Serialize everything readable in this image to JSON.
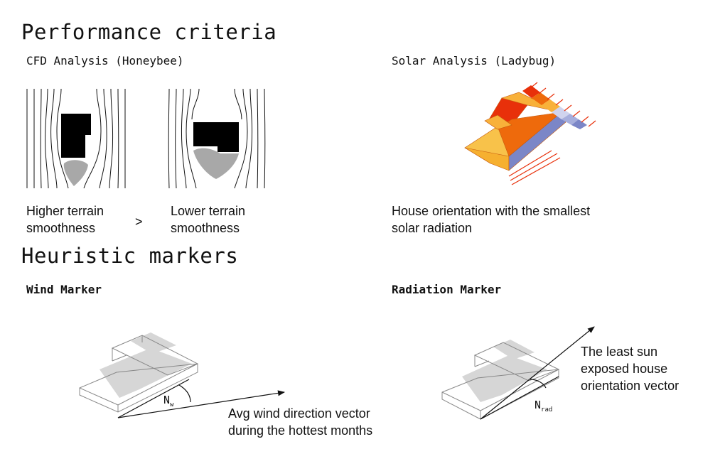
{
  "sections": {
    "performance_title": "Performance criteria",
    "heuristic_title": "Heuristic markers"
  },
  "cfd": {
    "title": "CFD Analysis (Honeybee)",
    "left_caption_1": "Higher terrain",
    "left_caption_2": "smoothness",
    "comparator": ">",
    "right_caption_1": "Lower terrain",
    "right_caption_2": "smoothness"
  },
  "solar": {
    "title": "Solar Analysis (Ladybug)",
    "caption_1": "House orientation with the smallest",
    "caption_2": "solar radiation"
  },
  "wind": {
    "title": "Wind Marker",
    "symbol": "N",
    "subscript": "w",
    "caption_1": "Avg wind direction vector",
    "caption_2": "during the hottest months"
  },
  "radiation": {
    "title": "Radiation Marker",
    "symbol": "N",
    "subscript": "rad",
    "caption_1": "The least sun",
    "caption_2": "exposed house",
    "caption_3": "orientation vector"
  },
  "colors": {
    "roof_orange": "#ee6a0c",
    "roof_yellow": "#f8b13a",
    "roof_red": "#e8300a",
    "wall_blue": "#7b86c7",
    "wake_gray": "#a8a8a8",
    "house_gray": "#d6d6d6"
  }
}
